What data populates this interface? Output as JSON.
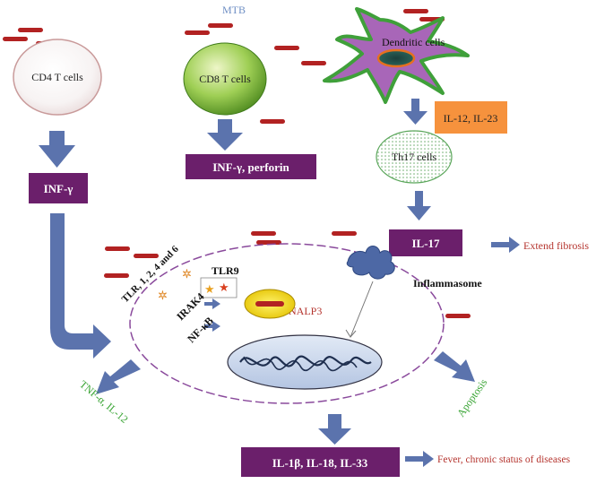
{
  "labels": {
    "mtb": "MTB",
    "cd4": "CD4 T cells",
    "cd8": "CD8 T cells",
    "dendritic": "Dendritic cells",
    "il12_il23": "IL-12, IL-23",
    "th17": "Th17 cells",
    "inf_gamma": "INF-γ",
    "inf_gamma_perforin": "INF-γ, perforin",
    "il17": "IL-17",
    "extend_fibrosis": "Extend fibrosis",
    "inflammasome": "Inflammasome",
    "tlr9": "TLR9",
    "tlr_list": "TLR, 1, 2, 4 and 6",
    "irak4": "IRAK4",
    "nfkb": "NF-κB",
    "nalp3": "NALP3",
    "tnf_il12": "TNF-α, IL-12",
    "apoptosis": "Apoptosis",
    "il1_il18_il33": "IL-1β, IL-18, IL-33",
    "fever": "Fever, chronic status of diseases"
  },
  "colors": {
    "purple_box": "#6b1f6b",
    "orange_box": "#f6923d",
    "arrow_blue": "#5b73ad",
    "bacillus_red": "#b22222",
    "green_text": "#3aa535",
    "red_text": "#b5352f",
    "dendritic_fill": "#a866b8",
    "dendritic_outline": "#3fa03a",
    "nucleus_fill": "#c7d5ec"
  },
  "icons": [
    "bacillus-icon",
    "star-icon",
    "arrow-icon"
  ]
}
